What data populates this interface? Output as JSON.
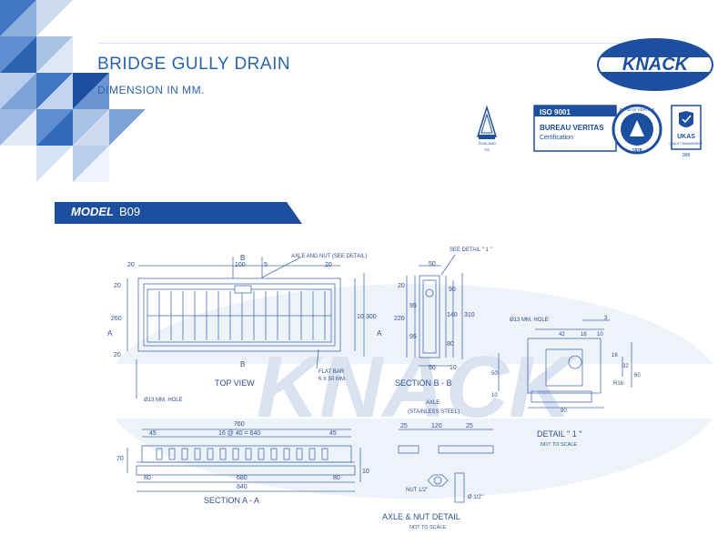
{
  "header": {
    "title": "BRIDGE GULLY DRAIN",
    "subtitle": "DIMENSION IN MM."
  },
  "brand": {
    "logo_text": "KNACK",
    "watermark_text": "KNACK",
    "primary_color": "#1d4fa0",
    "accent_color": "#2a63b0",
    "watermark_color": "#e6ecf7"
  },
  "certs": {
    "iso_line1": "ISO 9001",
    "iso_line2": "BUREAU VERITAS",
    "iso_line3": "Certification",
    "bv_top": "BUREAU VERITAS",
    "bv_year": "1828",
    "ukas_label": "UKAS",
    "ukas_sub": "QUALITY MANAGEMENT",
    "ukas_num": "008",
    "tis_label": "TIS",
    "tis_sub": "THAILAND"
  },
  "model": {
    "label": "MODEL",
    "code": "B09"
  },
  "drawing": {
    "top_view": {
      "caption": "TOP VIEW",
      "dim_20_left": "20",
      "dim_20_right": "20",
      "dim_100": "100",
      "dim_5": "5",
      "dim_20_side_top": "20",
      "dim_260": "260",
      "dim_20_side_bot": "20",
      "dim_10": "10",
      "dim_300": "300",
      "section_b_top": "B",
      "section_b_bot": "B",
      "section_a_left": "A",
      "section_a_right": "A",
      "axle_note": "AXLE AND NUT (SEE DETAIL)",
      "flat_bar_1": "FLAT BAR",
      "flat_bar_2": "6 X 50 MM.",
      "hole_note": "Ø13 MM. HOLE"
    },
    "section_bb": {
      "caption": "SECTION B - B",
      "see_detail": "SEE DETAIL \" 1 \"",
      "dim_50_top": "50",
      "dim_20": "20",
      "dim_220": "220",
      "dim_95a": "95",
      "dim_95b": "95",
      "dim_140": "140",
      "dim_90": "90",
      "dim_80": "80",
      "dim_310": "310",
      "dim_50_bot": "50",
      "dim_10": "10"
    },
    "detail_1": {
      "caption": "DETAIL \" 1 \"",
      "scale": "NOT TO SCALE",
      "hole_note": "Ø13 MM. HOLE",
      "dim_3": "3",
      "dim_42": "42",
      "dim_16a": "16",
      "dim_10a": "10",
      "dim_16b": "16",
      "dim_32": "32",
      "dim_60": "60",
      "dim_50": "50",
      "dim_10b": "10",
      "dim_r16": "R16",
      "dim_90": "90"
    },
    "section_aa": {
      "caption": "SECTION A - A",
      "dim_760": "760",
      "dim_45a": "45",
      "dim_spacing": "16 @ 40 = 640",
      "dim_45b": "45",
      "dim_80a": "80",
      "dim_680": "680",
      "dim_80b": "80",
      "dim_840": "840",
      "dim_70": "70",
      "dim_10": "10"
    },
    "axle_detail": {
      "caption": "AXLE & NUT DETAIL",
      "scale": "NOT TO SCALE",
      "axle_1": "AXLE",
      "axle_2": "(STAINLESS STEEL)",
      "dim_25a": "25",
      "dim_120": "120",
      "dim_25b": "25",
      "nut_label": "NUT 1/2\"",
      "dia_label": "Ø 1/2\""
    }
  }
}
